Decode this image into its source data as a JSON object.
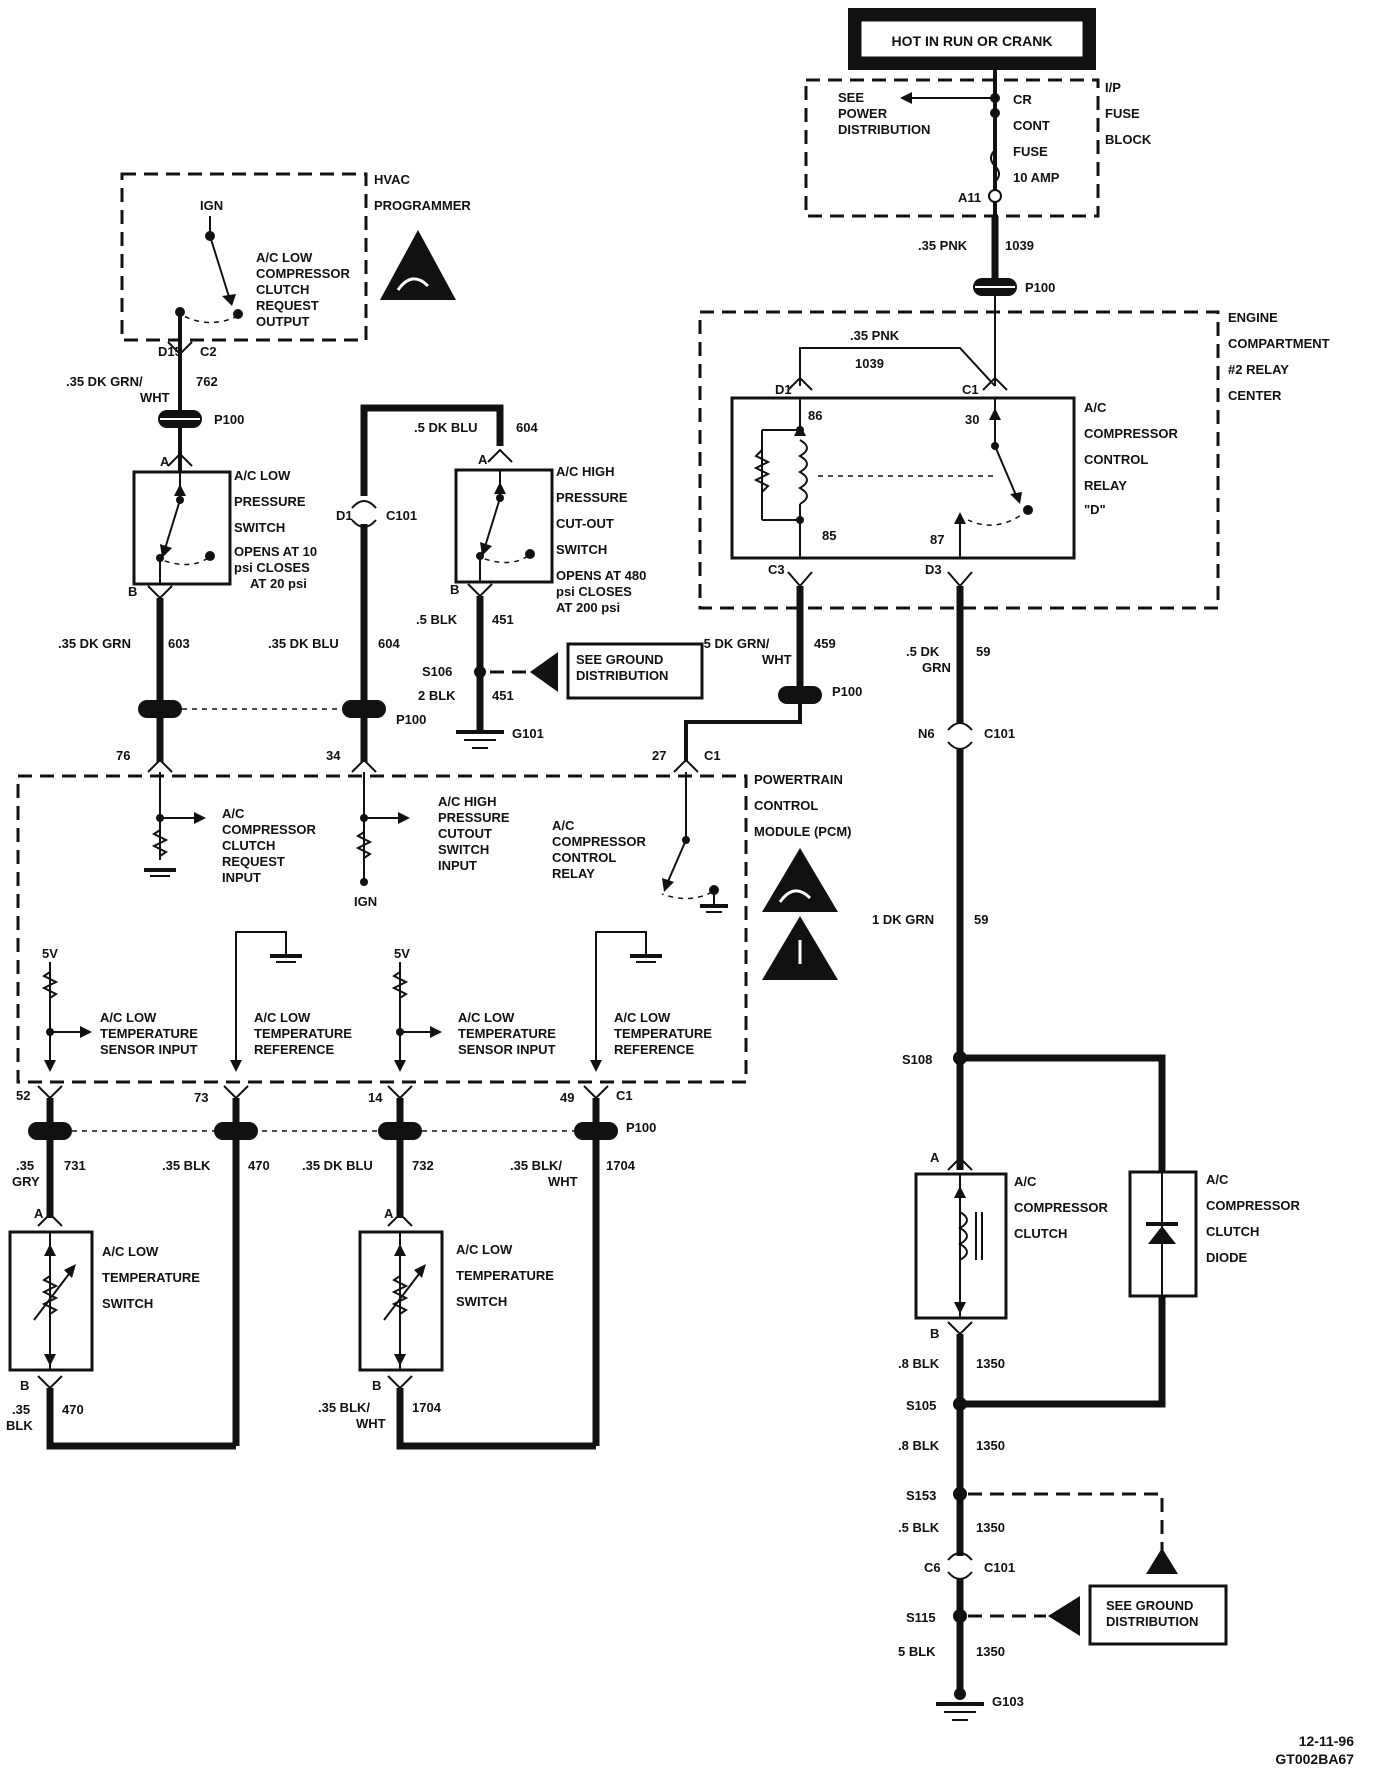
{
  "title_box": "HOT IN RUN OR CRANK",
  "fuse_block": {
    "see_power": [
      "SEE",
      "POWER",
      "DISTRIBUTION"
    ],
    "fuse": [
      "CR",
      "CONT",
      "FUSE",
      "10 AMP"
    ],
    "pin": "A11",
    "name": [
      "I/P",
      "FUSE",
      "BLOCK"
    ]
  },
  "wires": {
    "w1039_top": {
      "gauge": ".35 PNK",
      "circuit": "1039"
    },
    "w1039_relay": {
      "gauge": ".35 PNK",
      "circuit": "1039"
    },
    "w762": {
      "gauge": [
        ".35 DK GRN/",
        "WHT"
      ],
      "circuit": "762"
    },
    "w604_top": {
      "gauge": ".5 DK BLU",
      "circuit": "604"
    },
    "w603": {
      "gauge": ".35 DK GRN",
      "circuit": "603"
    },
    "w604_low": {
      "gauge": ".35 DK BLU",
      "circuit": "604"
    },
    "w451_a": {
      "gauge": ".5 BLK",
      "circuit": "451"
    },
    "w451_b": {
      "gauge": "2 BLK",
      "circuit": "451"
    },
    "w459": {
      "gauge": [
        ".5 DK GRN/",
        "WHT"
      ],
      "circuit": "459"
    },
    "w59_a": {
      "gauge": [
        ".5 DK",
        "GRN"
      ],
      "circuit": "59"
    },
    "w59_b": {
      "gauge": "1 DK GRN",
      "circuit": "59"
    },
    "w731": {
      "gauge": [
        ".35",
        "GRY"
      ],
      "circuit": "731"
    },
    "w470_a": {
      "gauge": ".35 BLK",
      "circuit": "470"
    },
    "w732": {
      "gauge": ".35 DK BLU",
      "circuit": "732"
    },
    "w1704_a": {
      "gauge": [
        ".35 BLK/",
        "WHT"
      ],
      "circuit": "1704"
    },
    "w470_b": {
      "gauge": [
        ".35",
        "BLK"
      ],
      "circuit": "470"
    },
    "w1704_b": {
      "gauge": [
        ".35 BLK/",
        "WHT"
      ],
      "circuit": "1704"
    },
    "w1350_a": {
      "gauge": ".8 BLK",
      "circuit": "1350"
    },
    "w1350_b": {
      "gauge": ".8 BLK",
      "circuit": "1350"
    },
    "w1350_c": {
      "gauge": ".5 BLK",
      "circuit": "1350"
    },
    "w1350_d": {
      "gauge": "5 BLK",
      "circuit": "1350"
    }
  },
  "connectors": {
    "p100": "P100",
    "c101": "C101",
    "c1": "C1",
    "c2": "C2",
    "c6": "C6"
  },
  "hvac": {
    "name": [
      "HVAC",
      "PROGRAMMER"
    ],
    "ign": "IGN",
    "output": [
      "A/C LOW",
      "COMPRESSOR",
      "CLUTCH",
      "REQUEST",
      "OUTPUT"
    ],
    "pins": [
      "D15"
    ]
  },
  "relay_center": {
    "name": [
      "ENGINE",
      "COMPARTMENT",
      "#2 RELAY",
      "CENTER"
    ],
    "relay": [
      "A/C",
      "COMPRESSOR",
      "CONTROL",
      "RELAY",
      "\"D\""
    ],
    "terminals": [
      "86",
      "30",
      "85",
      "87"
    ],
    "pins": [
      "D1",
      "C1",
      "C3",
      "D3"
    ]
  },
  "low_pressure_switch": {
    "name": [
      "A/C LOW",
      "PRESSURE",
      "SWITCH"
    ],
    "spec": [
      "OPENS AT 10",
      "psi CLOSES",
      "AT 20 psi"
    ],
    "pin_a": "A",
    "pin_b": "B"
  },
  "high_pressure_switch": {
    "name": [
      "A/C HIGH",
      "PRESSURE",
      "CUT-OUT",
      "SWITCH"
    ],
    "spec": [
      "OPENS AT 480",
      "psi CLOSES",
      "AT 200 psi"
    ],
    "pin_a": "A",
    "pin_b": "B"
  },
  "c101_pin_d1": "D1",
  "ground": {
    "s106": "S106",
    "g101": "G101",
    "see_ground": [
      "SEE GROUND",
      "DISTRIBUTION"
    ]
  },
  "pcm": {
    "name": [
      "POWERTRAIN",
      "CONTROL",
      "MODULE (PCM)"
    ],
    "pins_top": [
      "76",
      "34",
      "27"
    ],
    "pins_bottom": [
      "52",
      "73",
      "14",
      "49"
    ],
    "clutch_request": [
      "A/C",
      "COMPRESSOR",
      "CLUTCH",
      "REQUEST",
      "INPUT"
    ],
    "cutout_input": [
      "A/C HIGH",
      "PRESSURE",
      "CUTOUT",
      "SWITCH",
      "INPUT"
    ],
    "ign": "IGN",
    "relay": [
      "A/C",
      "COMPRESSOR",
      "CONTROL",
      "RELAY"
    ],
    "fivev": "5V",
    "temp_sensor_input": [
      "A/C LOW",
      "TEMPERATURE",
      "SENSOR INPUT"
    ],
    "temp_reference": [
      "A/C LOW",
      "TEMPERATURE",
      "REFERENCE"
    ]
  },
  "temp_sensors": {
    "left": [
      "A/C LOW",
      "TEMPERATURE",
      "SWITCH"
    ],
    "right": [
      "A/C LOW",
      "TEMPERATURE",
      "SWITCH"
    ],
    "pin_a": "A",
    "pin_b": "B"
  },
  "clutch": {
    "n59_pin": "N6",
    "s108": "S108",
    "name": [
      "A/C",
      "COMPRESSOR",
      "CLUTCH"
    ],
    "diode": [
      "A/C",
      "COMPRESSOR",
      "CLUTCH",
      "DIODE"
    ],
    "pin_a": "A",
    "pin_b": "B",
    "s105": "S105",
    "s153": "S153",
    "s115": "S115",
    "g103": "G103",
    "see_ground": [
      "SEE GROUND",
      "DISTRIBUTION"
    ]
  },
  "footer": [
    "12-11-96",
    "GT002BA67"
  ]
}
